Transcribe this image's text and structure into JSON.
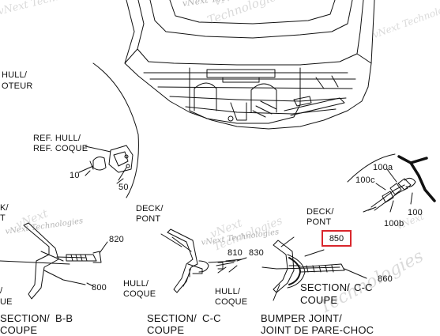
{
  "watermark": {
    "line1": "vNext Technologies",
    "line2": "vNext",
    "line3": "Technologies"
  },
  "labels": {
    "hull_partial": "HULL/",
    "moteur_partial": "OTEUR",
    "ref_hull": "REF. HULL/",
    "ref_coque": "REF. COQUE",
    "n10": "10",
    "n50": "50",
    "n100a": "100a",
    "n100c": "100c",
    "n100": "100",
    "n100b": "100b",
    "left_partial_1": "K/",
    "left_partial_2": "T",
    "n820": "820",
    "n800": "800",
    "left_bottom_1": "/",
    "left_bottom_2": "UE",
    "section_bb_1": "SECTION/",
    "section_bb_2": "COUPE",
    "section_bb_id": "B-B",
    "deck1": "DECK/",
    "pont1": "PONT",
    "n810": "810",
    "n830": "830",
    "hull1": "HULL/",
    "coque1": "COQUE",
    "section_cc_1": "SECTION/",
    "section_cc_2": "COUPE",
    "section_cc_id": "C-C",
    "deck2": "DECK/",
    "pont2": "PONT",
    "n850": "850",
    "n860": "860",
    "hull2": "HULL/",
    "coque2": "COQUE",
    "section_cc2_1": "SECTION/",
    "section_cc2_2": "COUPE",
    "section_cc2_id": "C-C",
    "bumper_1": "BUMPER JOINT/",
    "bumper_2": "JOINT DE PARE-CHOC"
  },
  "highlight": {
    "color": "#d9262c",
    "target": "850"
  }
}
